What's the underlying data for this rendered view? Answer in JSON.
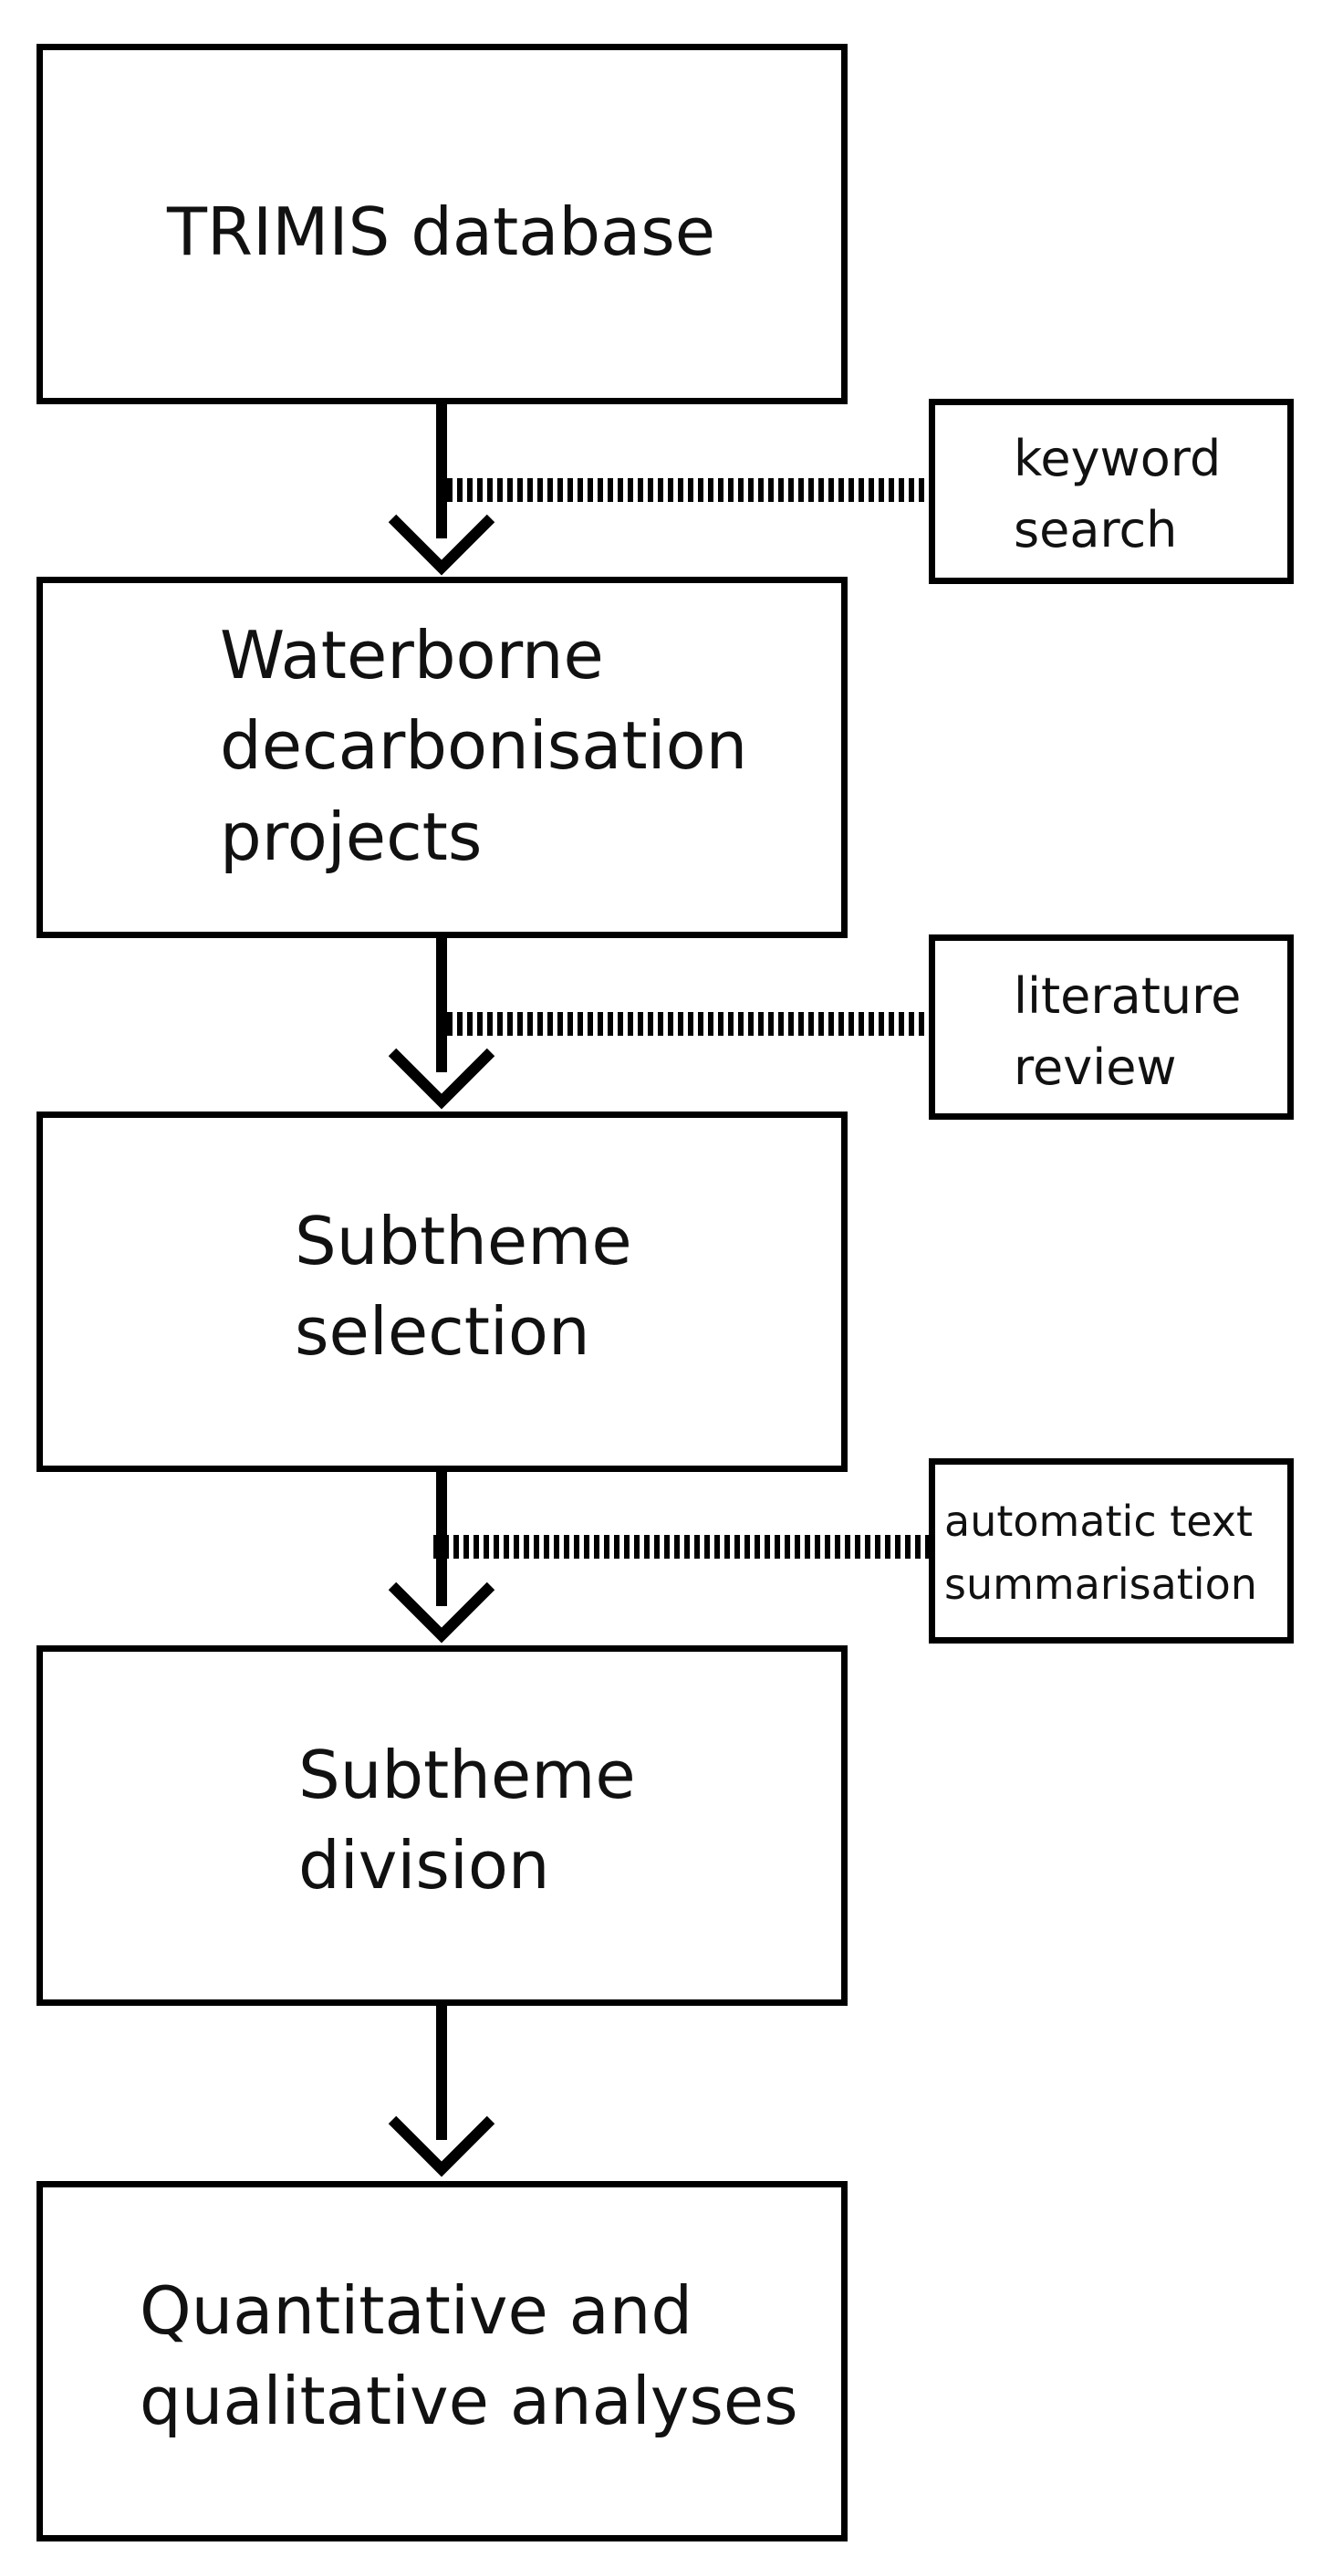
{
  "steps": [
    {
      "label": "TRIMIS database"
    },
    {
      "label": "Waterborne\ndecarbonisation\nprojects"
    },
    {
      "label": "Subtheme\nselection"
    },
    {
      "label": "Subtheme\ndivision"
    },
    {
      "label": "Quantitative and\nqualitative analyses"
    }
  ],
  "methods": [
    {
      "label": "keyword\nsearch"
    },
    {
      "label": "literature\nreview"
    },
    {
      "label": "automatic text\nsummarisation"
    }
  ]
}
